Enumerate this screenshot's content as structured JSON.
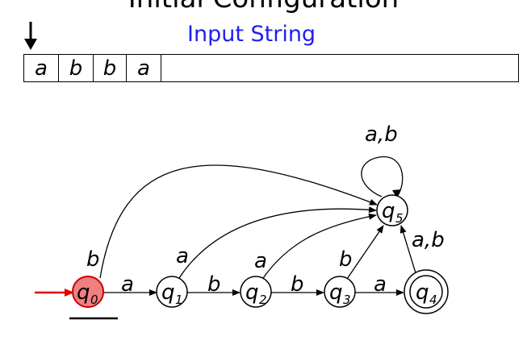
{
  "slide": {
    "title": "Initial Configuration",
    "input_label": "Input String"
  },
  "tape": {
    "cells": [
      "a",
      "b",
      "b",
      "a"
    ]
  },
  "automaton": {
    "states": [
      {
        "id": "q0",
        "label": "q",
        "sub": "0",
        "initial": true,
        "final": false,
        "active": true
      },
      {
        "id": "q1",
        "label": "q",
        "sub": "1",
        "initial": false,
        "final": false,
        "active": false
      },
      {
        "id": "q2",
        "label": "q",
        "sub": "2",
        "initial": false,
        "final": false,
        "active": false
      },
      {
        "id": "q3",
        "label": "q",
        "sub": "3",
        "initial": false,
        "final": false,
        "active": false
      },
      {
        "id": "q4",
        "label": "q",
        "sub": "4",
        "initial": false,
        "final": true,
        "active": false
      },
      {
        "id": "q5",
        "label": "q",
        "sub": "5",
        "initial": false,
        "final": false,
        "active": false
      }
    ],
    "transitions": [
      {
        "from": "q0",
        "to": "q1",
        "label": "a"
      },
      {
        "from": "q1",
        "to": "q2",
        "label": "b"
      },
      {
        "from": "q2",
        "to": "q3",
        "label": "b"
      },
      {
        "from": "q3",
        "to": "q4",
        "label": "a"
      },
      {
        "from": "q0",
        "to": "q5",
        "label": "b"
      },
      {
        "from": "q1",
        "to": "q5",
        "label": "a"
      },
      {
        "from": "q2",
        "to": "q5",
        "label": "a"
      },
      {
        "from": "q3",
        "to": "q5",
        "label": "b"
      },
      {
        "from": "q4",
        "to": "q5",
        "label": "a,b"
      },
      {
        "from": "q5",
        "to": "q5",
        "label": "a,b"
      }
    ]
  },
  "colors": {
    "active_state_fill": "#f08080",
    "active_state_stroke": "#cc0000",
    "initial_arrow": "#e00000",
    "input_label": "#1e1ef0"
  }
}
